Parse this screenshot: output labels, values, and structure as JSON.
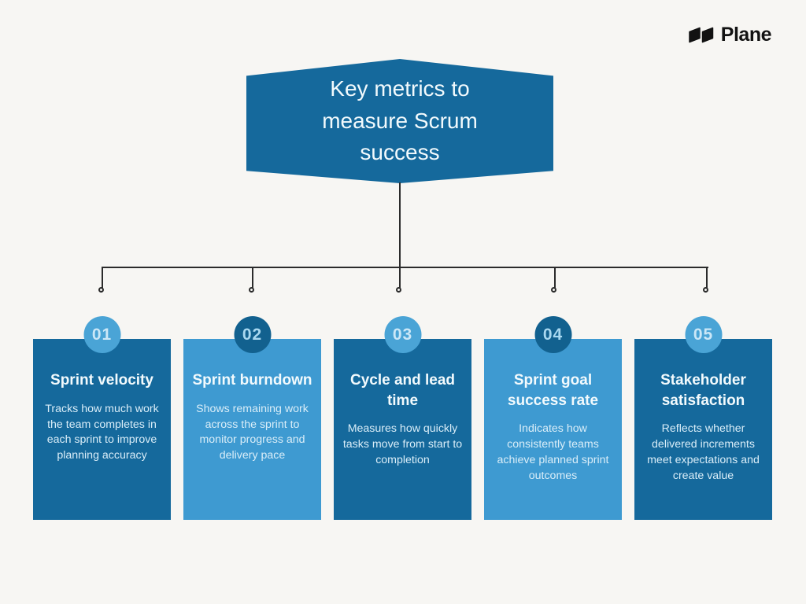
{
  "brand": {
    "name": "Plane",
    "logo_icon": "plane-logo-icon"
  },
  "header": {
    "title": "Key metrics to measure Scrum success"
  },
  "cards": [
    {
      "number": "01",
      "title": "Sprint velocity",
      "description": "Tracks how much work the team completes in each sprint to improve planning accuracy",
      "theme": "dark"
    },
    {
      "number": "02",
      "title": "Sprint burndown",
      "description": "Shows remaining work across the sprint to monitor progress and delivery pace",
      "theme": "light"
    },
    {
      "number": "03",
      "title": "Cycle and lead time",
      "description": "Measures how quickly tasks move from start to completion",
      "theme": "dark"
    },
    {
      "number": "04",
      "title": "Sprint goal success rate",
      "description": "Indicates how consistently teams achieve planned sprint outcomes",
      "theme": "light"
    },
    {
      "number": "05",
      "title": "Stakeholder satisfaction",
      "description": "Reflects whether delivered increments meet expectations and create value",
      "theme": "dark"
    }
  ],
  "colors": {
    "dark_blue": "#15699C",
    "light_blue": "#3E9AD1",
    "badge_light": "#4AA4D6",
    "badge_dark": "#12618F",
    "background": "#F7F6F3",
    "connector": "#2B2B2B",
    "logo_black": "#121212"
  }
}
